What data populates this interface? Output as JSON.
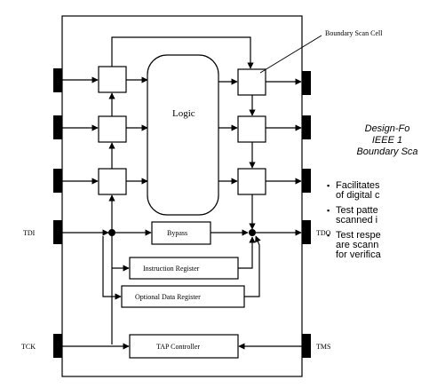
{
  "diagram": {
    "cell_label": "Boundary Scan Cell",
    "logic_label": "Logic",
    "bypass_label": "Bypass",
    "instruction_register_label": "Instruction Register",
    "optional_data_register_label": "Optional Data Register",
    "tap_controller_label": "TAP Controller",
    "pins": {
      "tdi": "TDI",
      "tdo": "TDO",
      "tck": "TCK",
      "tms": "TMS"
    }
  },
  "side_panel": {
    "title_lines": [
      "Design-Fo",
      "IEEE 1",
      "Boundary Sca"
    ],
    "bullets": [
      {
        "lines": [
          "Facilitates",
          "of digital c"
        ]
      },
      {
        "lines": [
          "Test patte",
          "scanned i"
        ]
      },
      {
        "lines": [
          "Test respe",
          "are scann",
          "for verifica"
        ]
      }
    ]
  }
}
